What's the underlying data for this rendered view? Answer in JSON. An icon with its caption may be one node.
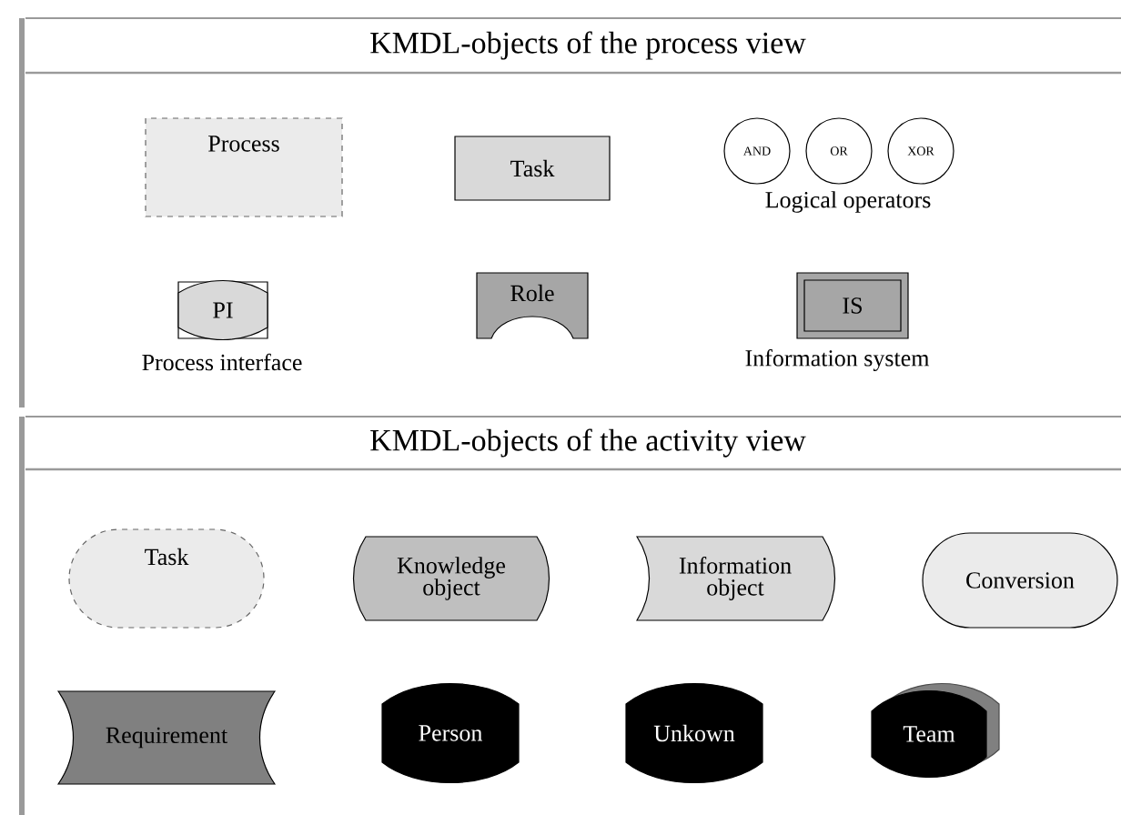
{
  "diagram": {
    "nodes": [
      {
        "text": [
          "KMDL-objects of the process view"
        ]
      },
      {
        "text": [
          "Process"
        ],
        "in": 0
      },
      {
        "text": [
          "Task"
        ],
        "in": 0
      },
      {
        "text": [
          "AND"
        ],
        "in": 0
      },
      {
        "text": [
          "OR"
        ],
        "in": 0
      },
      {
        "text": [
          "XOR"
        ],
        "in": 0
      },
      {
        "text": [
          "PI"
        ],
        "in": 0,
        "beside": [
          "Process interface"
        ]
      },
      {
        "text": [
          "Role"
        ],
        "in": 0
      },
      {
        "text": [
          "IS"
        ],
        "in": 0,
        "beside": [
          "Information system"
        ]
      },
      {
        "text": [
          "KMDL-objects of the activity view"
        ]
      },
      {
        "text": [
          "Task"
        ],
        "in": 9
      },
      {
        "text": [
          "Knowledge object"
        ],
        "in": 9
      },
      {
        "text": [
          "Information object"
        ],
        "in": 9
      },
      {
        "text": [
          "Conversion"
        ],
        "in": 9
      },
      {
        "text": [
          "Requirement"
        ],
        "in": 9
      },
      {
        "text": [
          "Person"
        ],
        "in": 9
      },
      {
        "text": [
          "Unkown"
        ],
        "in": 9
      },
      {
        "text": [
          "Team"
        ],
        "in": 9
      }
    ],
    "edges": [],
    "labels": [
      "Logical operators"
    ]
  }
}
